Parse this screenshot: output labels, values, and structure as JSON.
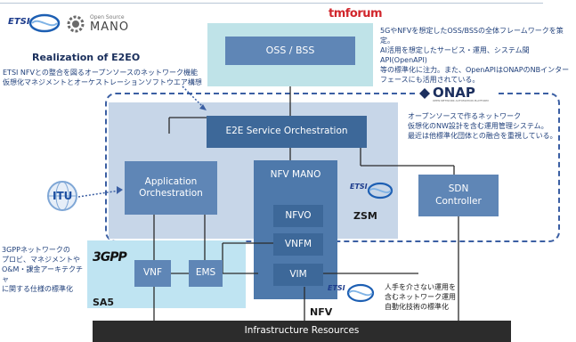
{
  "header": {
    "etsi_logo_text": "ETSI",
    "mano_logo_small": "Open Source",
    "mano_logo_big": "MANO",
    "tmforum_logo": "tmforum",
    "realization_title": "Realization of E2EO"
  },
  "notes": {
    "etsi_nfv": [
      "ETSI NFVとの整合を図るオープンソースのネットワーク機能",
      "仮想化マネジメントとオーケストレーションソフトウエア構想"
    ],
    "tmforum": [
      "5GやNFVを想定したOSS/BSSの全体フレームワークを策定。",
      "AI活用を想定したサービス・運用、システム間API(OpenAPI)",
      "等の標準化に注力。また、OpenAPIはONAPのNBインター",
      "フェースにも活用されている。"
    ],
    "onap": [
      "オープンソースで作るネットワーク",
      "仮想化のNW設計を含む運用管理システム。",
      "最近は他標準化団体との融合を重視している。"
    ],
    "gpp": [
      "3GPPネットワークの",
      "プロビ、マネジメントや",
      "O&M・課金アーキテクチャ",
      "に関する仕様の標準化"
    ],
    "zsm": [
      "人手を介さない運用を",
      "含むネットワーク運用",
      "自動化技術の標準化"
    ]
  },
  "logos": {
    "onap": "ONAP",
    "onap_sub": "OPEN NETWORK AUTOMATION PLATFORM",
    "itu": "ITU",
    "gpp": "3GPP",
    "etsi_zsm": "ETSI",
    "etsi_nfv": "ETSI"
  },
  "boxes": {
    "oss_bss": "OSS / BSS",
    "e2e": "E2E Service Orchestration",
    "app_orch": [
      "Application",
      "Orchestration"
    ],
    "nfv_mano": "NFV MANO",
    "nfvo": "NFVO",
    "vnfm": "VNFM",
    "vim": "VIM",
    "vnf": "VNF",
    "ems": "EMS",
    "sdn": [
      "SDN",
      "Controller"
    ],
    "infra": "Infrastructure Resources"
  },
  "labels": {
    "zsm": "ZSM",
    "sa5": "SA5",
    "nfv": "NFV"
  },
  "colors": {
    "box_dark": "#3d6899",
    "box_mid": "#5f86b6",
    "panel_light": "#c7d6e8",
    "mano_panel": "#4e79ab",
    "oss_bg": "#bfe3e8",
    "sa5_bg": "#bfe4f2",
    "infra": "#2c2c2c",
    "note_text": "#1f3f7a",
    "dotted": "#3b5fa3"
  }
}
